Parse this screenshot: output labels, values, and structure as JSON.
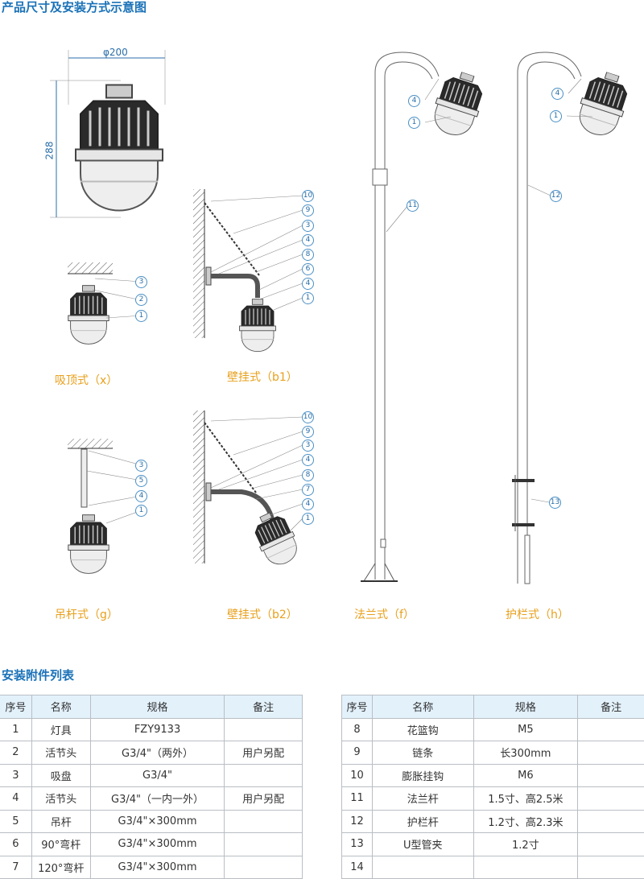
{
  "title": "产品尺寸及安装方式示意图",
  "dimensions": {
    "width": "φ200",
    "height": "288"
  },
  "captions": {
    "x": "吸顶式（x）",
    "b1": "壁挂式（b1）",
    "g": "吊杆式（g）",
    "b2": "壁挂式（b2）",
    "f": "法兰式（f）",
    "h": "护栏式（h）"
  },
  "callouts": {
    "x": [
      "3",
      "2",
      "1"
    ],
    "b1": [
      "10",
      "9",
      "3",
      "4",
      "8",
      "6",
      "4",
      "1"
    ],
    "g": [
      "3",
      "5",
      "4",
      "1"
    ],
    "b2": [
      "10",
      "9",
      "3",
      "4",
      "8",
      "7",
      "4",
      "1"
    ],
    "f": [
      "4",
      "1",
      "11"
    ],
    "h": [
      "4",
      "1",
      "12",
      "13"
    ]
  },
  "table_title": "安装附件列表",
  "table": {
    "headers": [
      "序号",
      "名称",
      "规格",
      "备注"
    ],
    "left": [
      [
        "1",
        "灯具",
        "FZY9133",
        ""
      ],
      [
        "2",
        "活节头",
        "G3/4\"（两外）",
        "用户另配"
      ],
      [
        "3",
        "吸盘",
        "G3/4\"",
        ""
      ],
      [
        "4",
        "活节头",
        "G3/4\"（一内一外）",
        "用户另配"
      ],
      [
        "5",
        "吊杆",
        "G3/4\"×300mm",
        ""
      ],
      [
        "6",
        "90°弯杆",
        "G3/4\"×300mm",
        ""
      ],
      [
        "7",
        "120°弯杆",
        "G3/4\"×300mm",
        ""
      ]
    ],
    "right": [
      [
        "8",
        "花篮钩",
        "M5",
        ""
      ],
      [
        "9",
        "链条",
        "长300mm",
        ""
      ],
      [
        "10",
        "膨胀挂钩",
        "M6",
        ""
      ],
      [
        "11",
        "法兰杆",
        "1.5寸、高2.5米",
        ""
      ],
      [
        "12",
        "护栏杆",
        "1.2寸、高2.3米",
        ""
      ],
      [
        "13",
        "U型管夹",
        "1.2寸",
        ""
      ],
      [
        "14",
        "",
        "",
        ""
      ]
    ]
  },
  "colors": {
    "title": "#1a72b8",
    "caption": "#e8a01c",
    "header_bg": "#e3f1fb"
  }
}
